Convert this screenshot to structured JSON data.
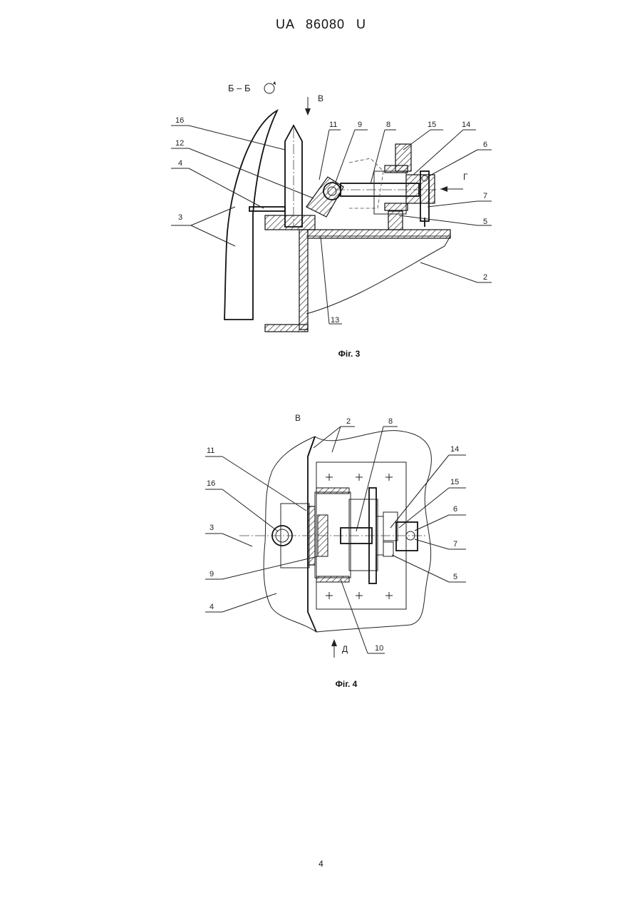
{
  "header": {
    "patent_number": "UA   86080   U"
  },
  "figure3": {
    "section_label": "Б – Б",
    "view_label_v": "В",
    "view_label_g": "Г",
    "callouts": [
      "16",
      "12",
      "4",
      "3",
      "11",
      "9",
      "8",
      "15",
      "14",
      "6",
      "7",
      "5",
      "2",
      "13"
    ],
    "caption": "Фіг. 3"
  },
  "figure4": {
    "view_label_v": "В",
    "view_label_d": "Д",
    "callouts": [
      "2",
      "8",
      "11",
      "16",
      "3",
      "9",
      "4",
      "14",
      "15",
      "6",
      "7",
      "5",
      "10"
    ],
    "caption": "Фіг. 4"
  },
  "footer": {
    "page_number": "4"
  }
}
